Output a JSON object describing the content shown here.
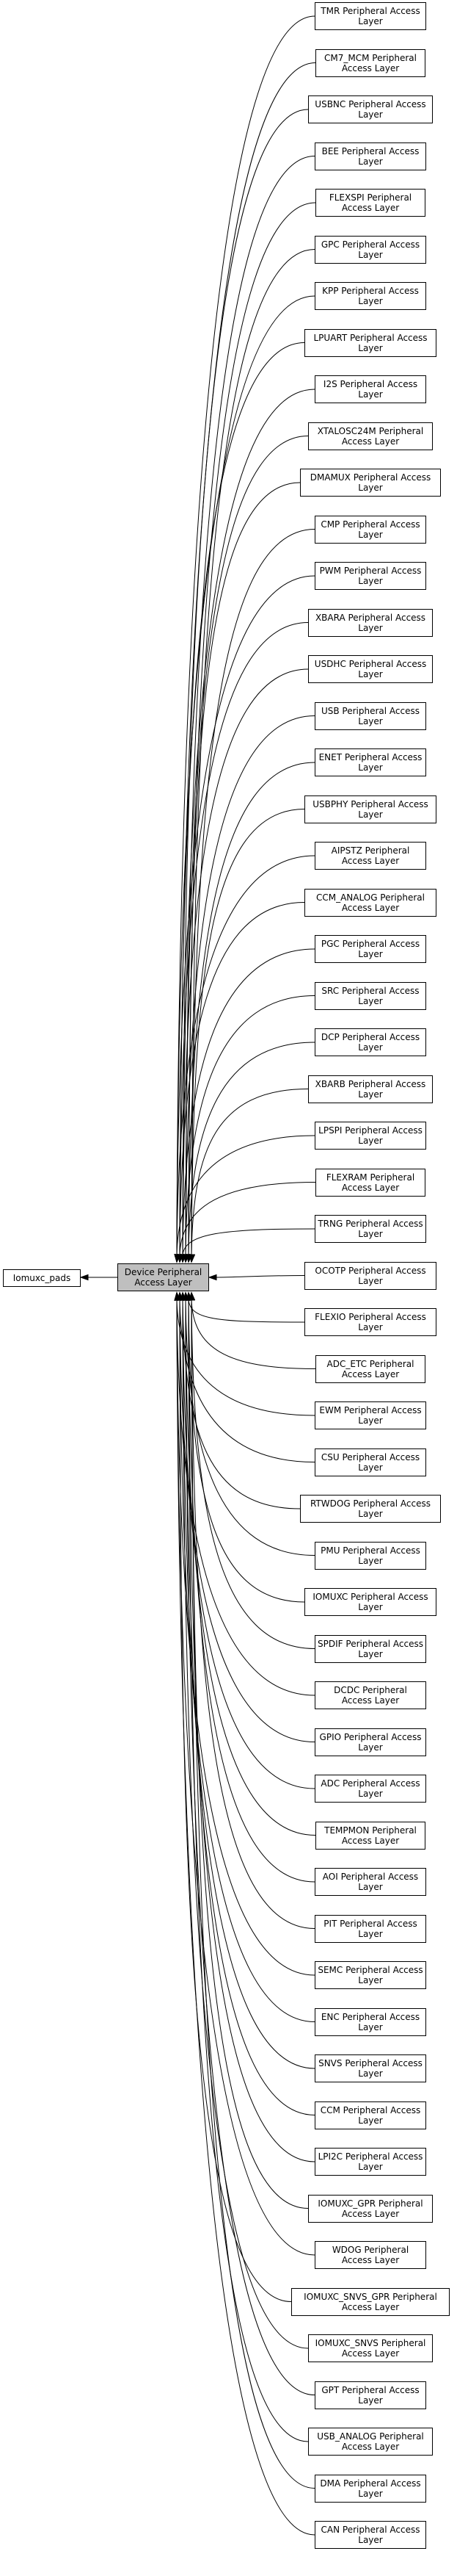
{
  "center_node": {
    "id": "device",
    "label": "Device Peripheral Access Layer",
    "fill": "#bfbfbf"
  },
  "left_node": {
    "id": "iomuxc_pads",
    "label": "Iomuxc_pads"
  },
  "edge_color": "#000000",
  "modules": [
    {
      "id": "tmr",
      "label": "TMR Peripheral Access Layer"
    },
    {
      "id": "cm7_mcm",
      "label": "CM7_MCM Peripheral Access Layer"
    },
    {
      "id": "usbnc",
      "label": "USBNC Peripheral Access Layer"
    },
    {
      "id": "bee",
      "label": "BEE Peripheral Access Layer"
    },
    {
      "id": "flexspi",
      "label": "FLEXSPI Peripheral Access Layer"
    },
    {
      "id": "gpc",
      "label": "GPC Peripheral Access Layer"
    },
    {
      "id": "kpp",
      "label": "KPP Peripheral Access Layer"
    },
    {
      "id": "lpuart",
      "label": "LPUART Peripheral Access Layer"
    },
    {
      "id": "i2s",
      "label": "I2S Peripheral Access Layer"
    },
    {
      "id": "xtalosc24m",
      "label": "XTALOSC24M Peripheral Access Layer"
    },
    {
      "id": "dmamux",
      "label": "DMAMUX Peripheral Access Layer"
    },
    {
      "id": "cmp",
      "label": "CMP Peripheral Access Layer"
    },
    {
      "id": "pwm",
      "label": "PWM Peripheral Access Layer"
    },
    {
      "id": "xbara",
      "label": "XBARA Peripheral Access Layer"
    },
    {
      "id": "usdhc",
      "label": "USDHC Peripheral Access Layer"
    },
    {
      "id": "usb",
      "label": "USB Peripheral Access Layer"
    },
    {
      "id": "enet",
      "label": "ENET Peripheral Access Layer"
    },
    {
      "id": "usbphy",
      "label": "USBPHY Peripheral Access Layer"
    },
    {
      "id": "aipstz",
      "label": "AIPSTZ Peripheral Access Layer"
    },
    {
      "id": "ccm_analog",
      "label": "CCM_ANALOG Peripheral Access Layer"
    },
    {
      "id": "pgc",
      "label": "PGC Peripheral Access Layer"
    },
    {
      "id": "src",
      "label": "SRC Peripheral Access Layer"
    },
    {
      "id": "dcp",
      "label": "DCP Peripheral Access Layer"
    },
    {
      "id": "xbarb",
      "label": "XBARB Peripheral Access Layer"
    },
    {
      "id": "lpspi",
      "label": "LPSPI Peripheral Access Layer"
    },
    {
      "id": "flexram",
      "label": "FLEXRAM Peripheral Access Layer"
    },
    {
      "id": "trng",
      "label": "TRNG Peripheral Access Layer"
    },
    {
      "id": "ocotp",
      "label": "OCOTP Peripheral Access Layer"
    },
    {
      "id": "flexio",
      "label": "FLEXIO Peripheral Access Layer"
    },
    {
      "id": "adc_etc",
      "label": "ADC_ETC Peripheral Access Layer"
    },
    {
      "id": "ewm",
      "label": "EWM Peripheral Access Layer"
    },
    {
      "id": "csu",
      "label": "CSU Peripheral Access Layer"
    },
    {
      "id": "rtwdog",
      "label": "RTWDOG Peripheral Access Layer"
    },
    {
      "id": "pmu",
      "label": "PMU Peripheral Access Layer"
    },
    {
      "id": "iomuxc",
      "label": "IOMUXC Peripheral Access Layer"
    },
    {
      "id": "spdif",
      "label": "SPDIF Peripheral Access Layer"
    },
    {
      "id": "dcdc",
      "label": "DCDC Peripheral Access Layer"
    },
    {
      "id": "gpio",
      "label": "GPIO Peripheral Access Layer"
    },
    {
      "id": "adc",
      "label": "ADC Peripheral Access Layer"
    },
    {
      "id": "tempmon",
      "label": "TEMPMON Peripheral Access Layer"
    },
    {
      "id": "aoi",
      "label": "AOI Peripheral Access Layer"
    },
    {
      "id": "pit",
      "label": "PIT Peripheral Access Layer"
    },
    {
      "id": "semc",
      "label": "SEMC Peripheral Access Layer"
    },
    {
      "id": "enc",
      "label": "ENC Peripheral Access Layer"
    },
    {
      "id": "snvs",
      "label": "SNVS Peripheral Access Layer"
    },
    {
      "id": "ccm",
      "label": "CCM Peripheral Access Layer"
    },
    {
      "id": "lpi2c",
      "label": "LPI2C Peripheral Access Layer"
    },
    {
      "id": "iomuxc_gpr",
      "label": "IOMUXC_GPR Peripheral Access Layer"
    },
    {
      "id": "wdog",
      "label": "WDOG Peripheral Access Layer"
    },
    {
      "id": "iomuxc_snvs_gpr",
      "label": "IOMUXC_SNVS_GPR Peripheral Access Layer"
    },
    {
      "id": "iomuxc_snvs",
      "label": "IOMUXC_SNVS Peripheral Access Layer"
    },
    {
      "id": "gpt",
      "label": "GPT Peripheral Access Layer"
    },
    {
      "id": "usb_analog",
      "label": "USB_ANALOG Peripheral Access Layer"
    },
    {
      "id": "dma",
      "label": "DMA Peripheral Access Layer"
    },
    {
      "id": "can",
      "label": "CAN Peripheral Access Layer"
    }
  ]
}
